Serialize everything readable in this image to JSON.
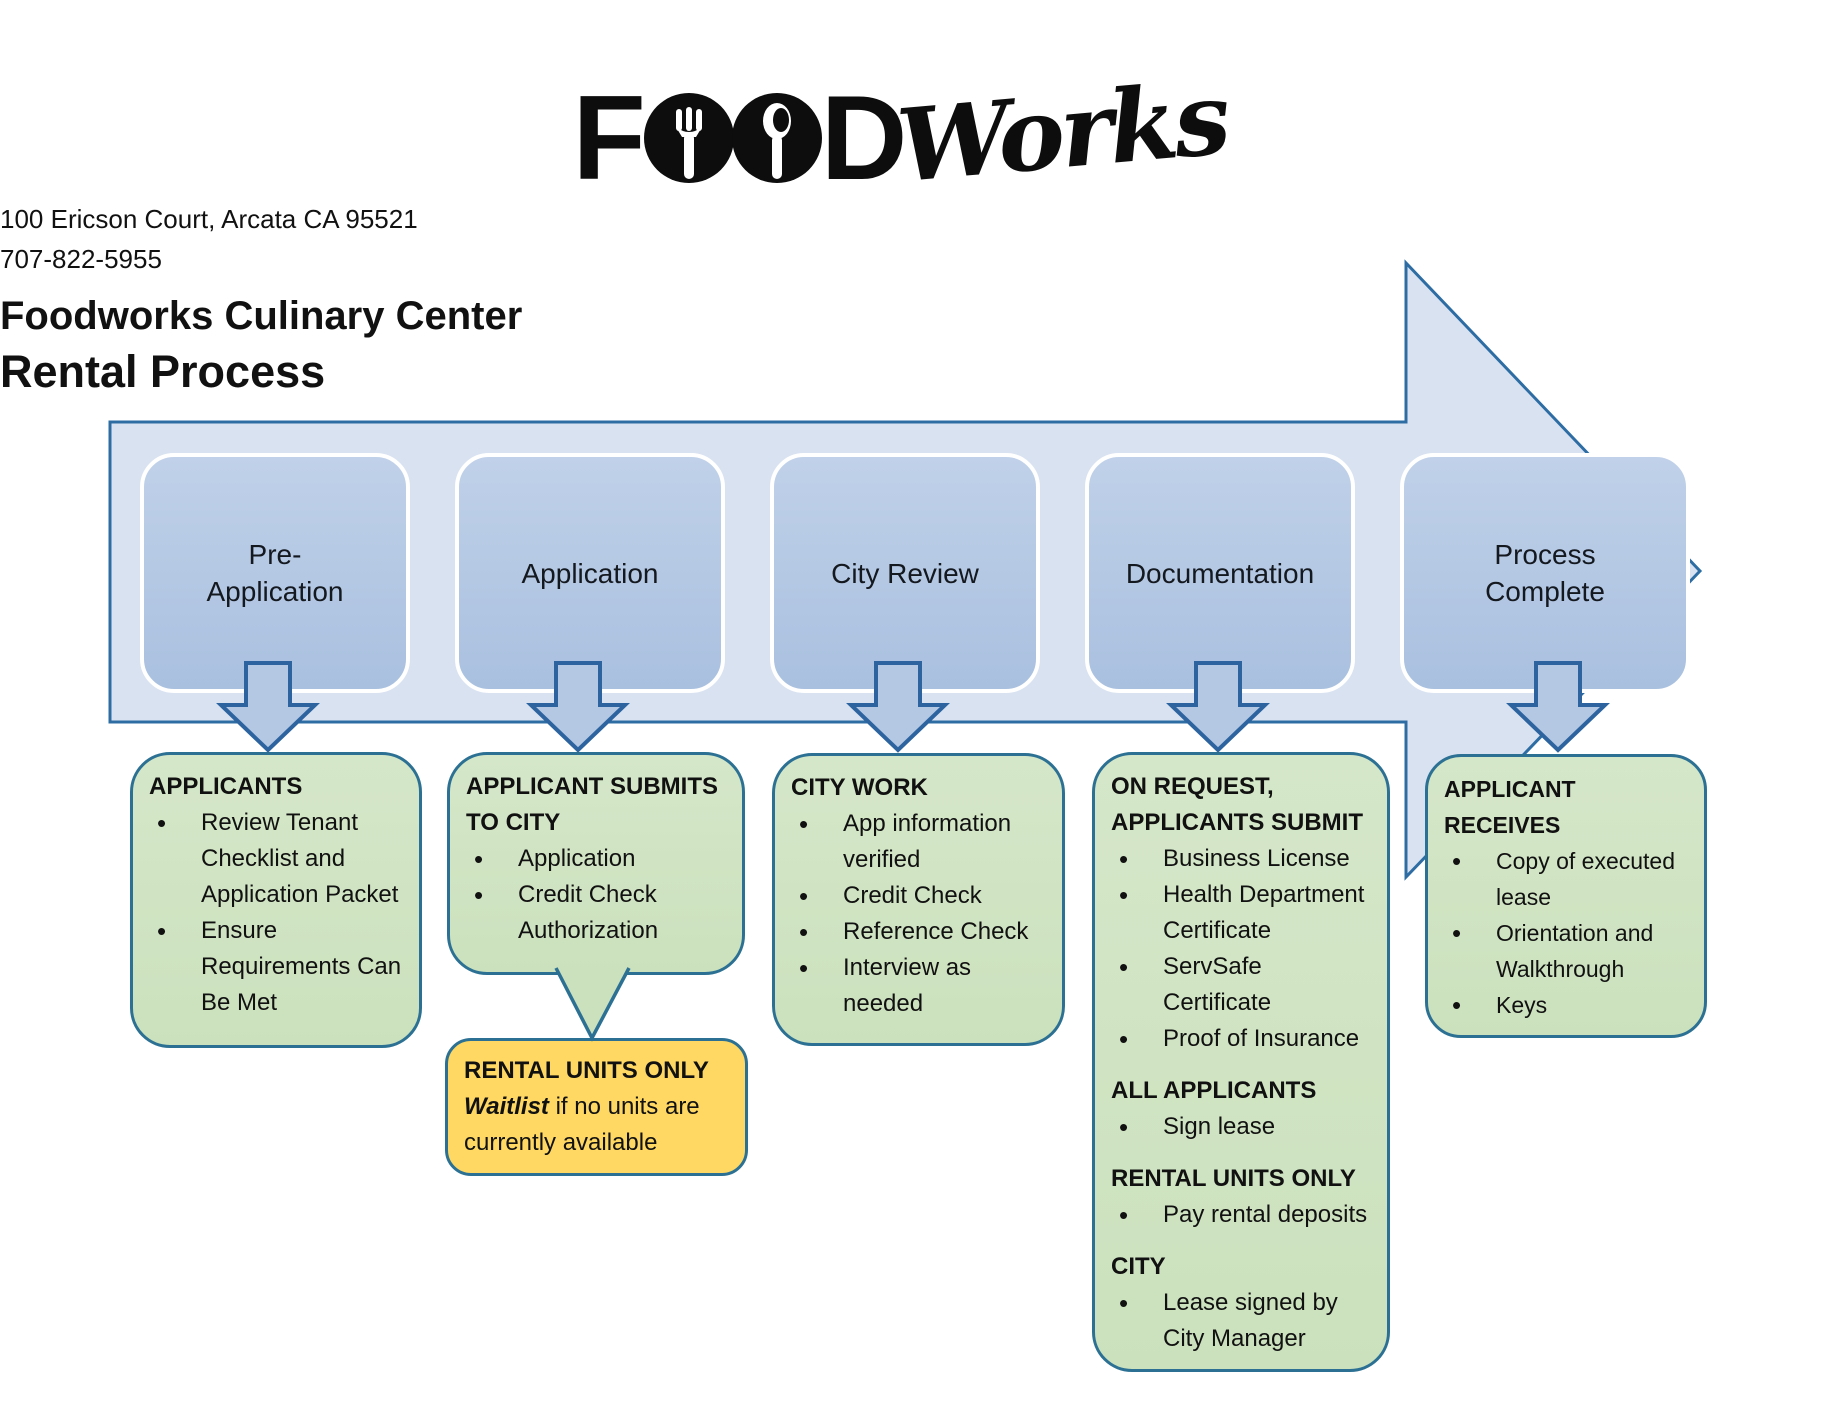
{
  "header": {
    "logo_food_f": "F",
    "logo_food_d": "D",
    "logo_works": "Works",
    "address": "100 Ericson Court, Arcata CA 95521",
    "phone": "707-822-5955",
    "title_line1": "Foodworks Culinary Center",
    "title_line2": "Rental Process"
  },
  "stages": [
    {
      "label": "Pre-\nApplication"
    },
    {
      "label": "Application"
    },
    {
      "label": "City Review"
    },
    {
      "label": "Documentation"
    },
    {
      "label": "Process\nComplete"
    }
  ],
  "details": [
    {
      "sections": [
        {
          "heading": "APPLICANTS",
          "bullets": [
            "Review Tenant\nChecklist and\nApplication Packet",
            "Ensure\nRequirements Can\nBe Met"
          ]
        }
      ]
    },
    {
      "sections": [
        {
          "heading": "APPLICANT SUBMITS\nTO CITY",
          "bullets": [
            "Application",
            "Credit Check\nAuthorization"
          ]
        }
      ]
    },
    {
      "sections": [
        {
          "heading": "CITY WORK",
          "bullets": [
            "App information\nverified",
            "Credit Check",
            "Reference Check",
            "Interview as\nneeded"
          ]
        }
      ]
    },
    {
      "sections": [
        {
          "heading": "ON REQUEST,\nAPPLICANTS SUBMIT",
          "bullets": [
            "Business License",
            "Health Department\nCertificate",
            "ServSafe Certificate",
            "Proof of Insurance"
          ]
        },
        {
          "heading": "ALL APPLICANTS",
          "bullets": [
            "Sign lease"
          ]
        },
        {
          "heading": "RENTAL UNITS ONLY",
          "bullets": [
            "Pay rental deposits"
          ]
        },
        {
          "heading": "CITY",
          "bullets": [
            "Lease signed by\nCity Manager"
          ]
        }
      ]
    },
    {
      "sections": [
        {
          "heading": "APPLICANT RECEIVES",
          "bullets": [
            "Copy of executed\nlease",
            "Orientation and\nWalkthrough",
            "Keys"
          ]
        }
      ]
    }
  ],
  "callout": {
    "heading": "RENTAL UNITS ONLY",
    "emphasis": "Waitlist",
    "text": " if no units are\ncurrently available"
  },
  "colors": {
    "band_fill": "#d9e2f1",
    "band_border": "#2d6da3",
    "box_fill_top": "#c0d1e9",
    "box_fill_bot": "#a9c0df",
    "arrow_fill": "#b4c8e4",
    "arrow_border": "#2d649f",
    "green_fill": "#cbe1bd",
    "green_fill_top": "#d5e7c9",
    "green_border": "#2c7193",
    "yellow_fill": "#fed863",
    "ink": "#111111"
  }
}
